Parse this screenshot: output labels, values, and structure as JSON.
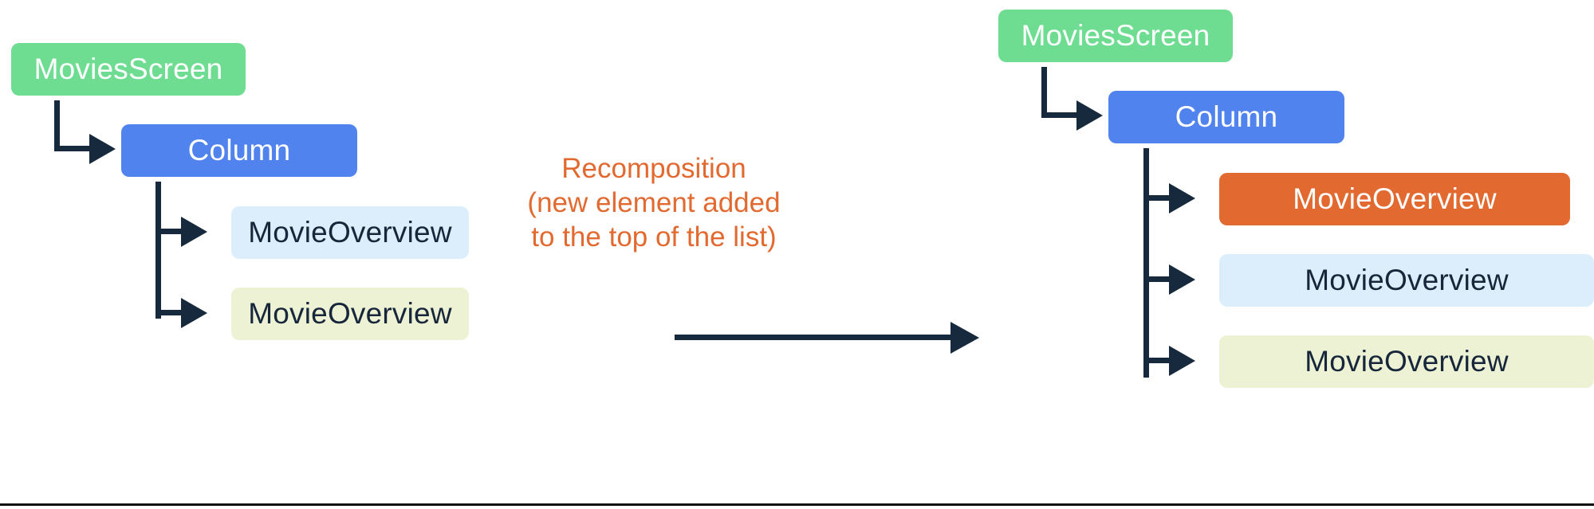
{
  "diagram": {
    "title_color": "#e2692f",
    "line_color": "#16293d",
    "before": {
      "root": {
        "label": "MoviesScreen",
        "color": "#6edd91"
      },
      "column": {
        "label": "Column",
        "color": "#5183ee"
      },
      "children": [
        {
          "label": "MovieOverview",
          "color": "#dceefb"
        },
        {
          "label": "MovieOverview",
          "color": "#edf2d4"
        }
      ]
    },
    "transition": {
      "lines": [
        "Recomposition",
        "(new element added",
        "to the top of the list)"
      ],
      "arrow": "right-arrow"
    },
    "after": {
      "root": {
        "label": "MoviesScreen",
        "color": "#6edd91"
      },
      "column": {
        "label": "Column",
        "color": "#5183ee"
      },
      "children": [
        {
          "label": "MovieOverview",
          "color": "#e2692f"
        },
        {
          "label": "MovieOverview",
          "color": "#dceefb"
        },
        {
          "label": "MovieOverview",
          "color": "#edf2d4"
        }
      ]
    }
  }
}
